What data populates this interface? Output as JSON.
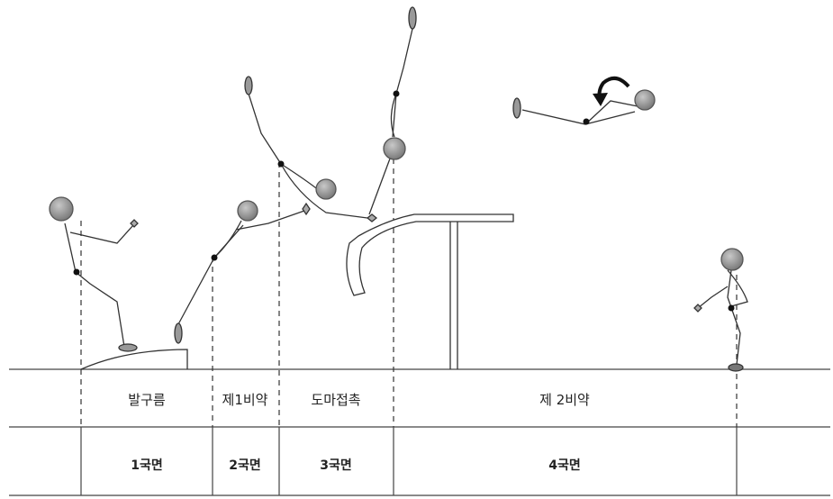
{
  "phases": [
    {
      "name": "발구름",
      "phase": "1국면"
    },
    {
      "name": "제1비약",
      "phase": "2국면"
    },
    {
      "name": "도마접촉",
      "phase": "3국면"
    },
    {
      "name": "제 2비약",
      "phase": "4국면"
    }
  ],
  "colors": {
    "line": "#333333",
    "head": "#8f8f8f",
    "joint": "#111111",
    "grid": "#444444"
  },
  "icons": {
    "rotation": "curved-arrow-icon"
  }
}
